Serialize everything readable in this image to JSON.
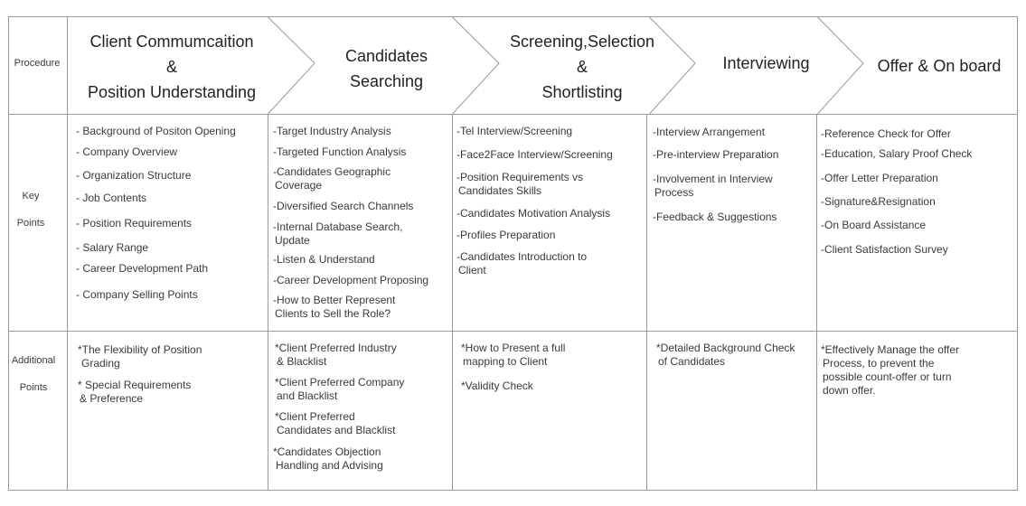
{
  "row_labels": {
    "procedure": "Procedure",
    "key_points": [
      "Key",
      "Points"
    ],
    "additional_points": [
      "Additional",
      "Points"
    ]
  },
  "stages": [
    {
      "title_lines": [
        "Client Commumcaition",
        "&",
        "Position Understanding"
      ],
      "key_points": [
        "- Background of Positon Opening",
        "- Company Overview",
        "- Organization Structure",
        "- Job Contents",
        "- Position Requirements",
        "- Salary Range",
        "- Career Development Path",
        "- Company Selling Points"
      ],
      "additional_points": [
        [
          "*The Flexibility of Position",
          "Grading"
        ],
        [
          "* Special Requirements",
          "& Preference"
        ]
      ]
    },
    {
      "title_lines": [
        "Candidates",
        "Searching"
      ],
      "key_points": [
        "-Target Industry Analysis",
        "-Targeted Function Analysis",
        [
          "-Candidates Geographic",
          "Coverage"
        ],
        "-Diversified Search Channels",
        [
          "-Internal Database Search,",
          "Update"
        ],
        "-Listen & Understand",
        "-Career Development Proposing",
        [
          "-How to Better Represent",
          "Clients to Sell the Role?"
        ]
      ],
      "additional_points": [
        [
          "*Client Preferred Industry",
          "& Blacklist"
        ],
        [
          "*Client Preferred Company",
          "and Blacklist"
        ],
        [
          "*Client Preferred",
          "Candidates and Blacklist"
        ],
        [
          "*Candidates Objection",
          "Handling and Advising"
        ]
      ]
    },
    {
      "title_lines": [
        "Screening,Selection",
        "&",
        "Shortlisting"
      ],
      "key_points": [
        "-Tel Interview/Screening",
        "-Face2Face Interview/Screening",
        [
          "-Position Requirements vs",
          "Candidates Skills"
        ],
        "-Candidates Motivation Analysis",
        "-Profiles Preparation",
        [
          "-Candidates Introduction to",
          "Client"
        ]
      ],
      "additional_points": [
        [
          "*How to Present a full",
          "mapping to Client"
        ],
        [
          "*Validity Check"
        ]
      ]
    },
    {
      "title_lines": [
        "Interviewing"
      ],
      "key_points": [
        "-Interview Arrangement",
        "-Pre-interview Preparation",
        [
          "-Involvement in Interview",
          "Process"
        ],
        "-Feedback & Suggestions"
      ],
      "additional_points": [
        [
          "*Detailed Background Check",
          "of Candidates"
        ]
      ]
    },
    {
      "title_lines": [
        "Offer & On board"
      ],
      "key_points": [
        "-Reference Check for Offer",
        "-Education, Salary Proof Check",
        "-Offer Letter Preparation",
        "-Signature&Resignation",
        "-On Board Assistance",
        "-Client Satisfaction Survey"
      ],
      "additional_points": [
        [
          "*Effectively Manage the offer",
          "Process, to prevent the",
          "possible  count-offer or turn",
          "down offer."
        ]
      ]
    }
  ]
}
